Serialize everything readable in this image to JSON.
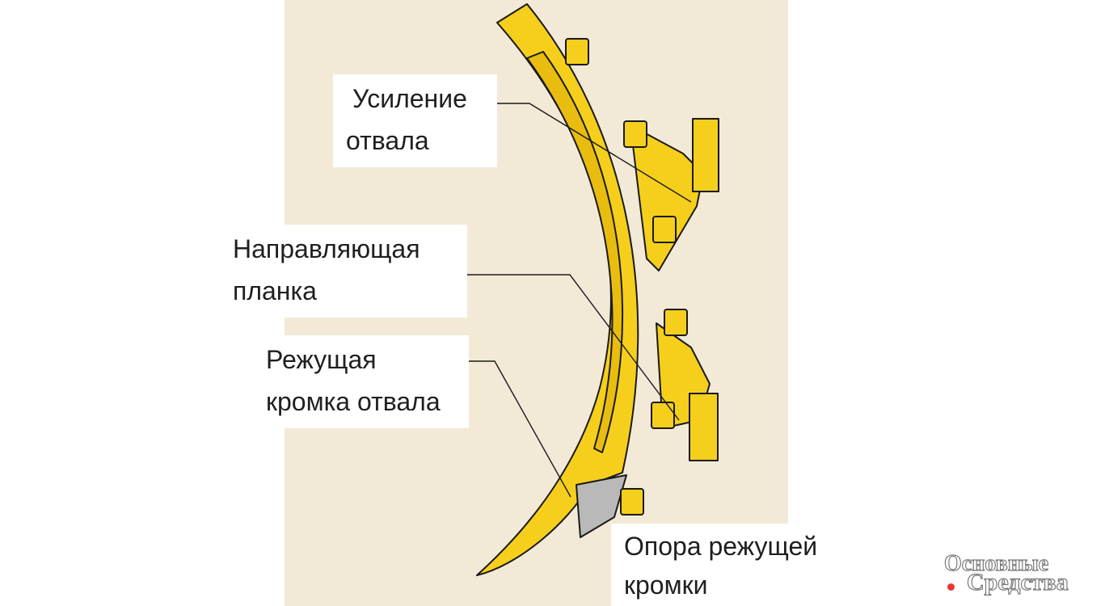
{
  "labels": {
    "reinforcement": {
      "line1": "Усиление",
      "line2": "отвала"
    },
    "guide_strip": {
      "line1": "Направляющая",
      "line2": "планка"
    },
    "cutting_edge": {
      "line1": "Режущая",
      "line2": "кромка отвала"
    },
    "edge_support": {
      "line1": "Опора режущей",
      "line2": "кромки"
    }
  },
  "logo": {
    "line1": "Основные",
    "line2": "Средства"
  },
  "colors": {
    "background_panel": "#f2ead7",
    "blade_yellow": "#f5cf1c",
    "outline": "#1a1a1a",
    "support_gray": "#b9b9b9",
    "logo_dot": "#e53935"
  }
}
